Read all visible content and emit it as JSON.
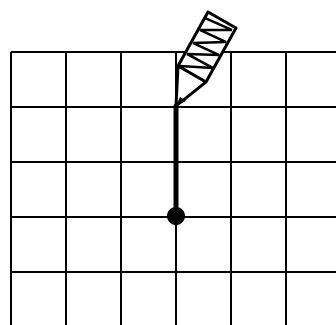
{
  "diagram": {
    "kind": "pencil-drawing-on-grid",
    "grid": {
      "columns": 6,
      "rows": 5,
      "line_color": "#000000"
    },
    "pen": {
      "icon": "pencil-icon",
      "color": "#000000"
    },
    "stroke": {
      "color": "#000000"
    },
    "start_point": {
      "color": "#000000"
    }
  }
}
